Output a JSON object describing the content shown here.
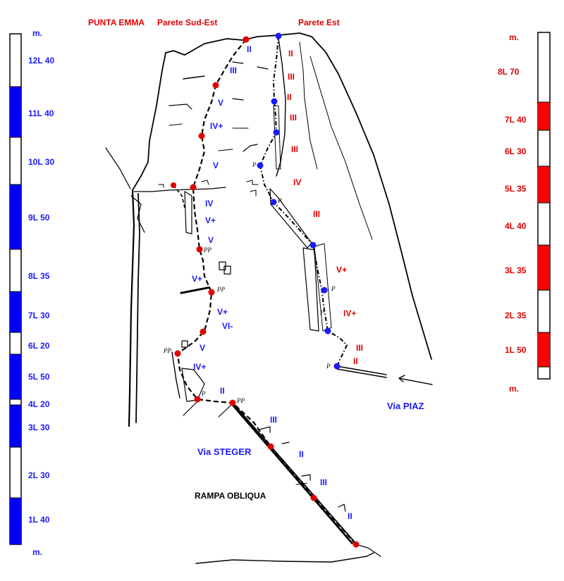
{
  "header": {
    "peak": "PUNTA EMMA",
    "wall_se": "Parete Sud-Est",
    "wall_e": "Parete Est"
  },
  "routes": {
    "steger": "Via STEGER",
    "piaz": "Via PIAZ",
    "ramp": "RAMPA OBLIQUA"
  },
  "left_bar": {
    "unit_top": "m.",
    "unit_bottom": "m.",
    "pitches": [
      "12L 40",
      "11L 40",
      "10L 30",
      "9L 50",
      "8L 35",
      "7L 30",
      "6L 20",
      "5L 50",
      "4L 20",
      "3L 30",
      "2L 30",
      "1L 40"
    ]
  },
  "right_bar": {
    "unit_top": "m.",
    "unit_bottom": "m.",
    "pitches": [
      "8L 70",
      "7L 40",
      "6L 30",
      "5L 35",
      "4L 40",
      "3L 35",
      "2L 35",
      "1L 50"
    ]
  },
  "steger_grades": [
    "II",
    "III",
    "V",
    "IV+",
    "V",
    "IV",
    "V+",
    "V",
    "V+",
    "V+",
    "VI-",
    "V",
    "IV+",
    "II",
    "III",
    "II",
    "III",
    "II"
  ],
  "piaz_grades": [
    "II",
    "III",
    "II",
    "III",
    "III",
    "IV",
    "III",
    "V+",
    "IV+",
    "III",
    "II"
  ],
  "piton_marks": [
    "PP",
    "PP",
    "P",
    "PP",
    "P",
    "PP",
    "P",
    "P",
    "P",
    "P"
  ],
  "colors": {
    "steger": "#e00000",
    "piaz": "#1a1aff",
    "bar_left_fill": "#0000ff",
    "bar_right_fill": "#ff0000",
    "ink": "#000000"
  }
}
